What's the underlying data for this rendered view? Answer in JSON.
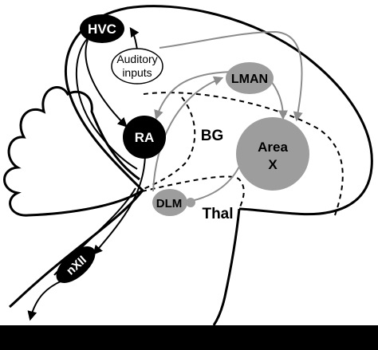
{
  "nodes": {
    "hvc": {
      "label": "HVC"
    },
    "auditory": {
      "label_line1": "Auditory",
      "label_line2": "inputs"
    },
    "lman": {
      "label": "LMAN"
    },
    "ra": {
      "label": "RA"
    },
    "area_x": {
      "label_line1": "Area",
      "label_line2": "X"
    },
    "dlm": {
      "label": "DLM"
    },
    "nxii": {
      "label": "nXII"
    }
  },
  "regions": {
    "bg": {
      "label": "BG"
    },
    "thal": {
      "label": "Thal"
    }
  },
  "colors": {
    "black_nucleus": "#000000",
    "gray_nucleus": "#9d9d9d",
    "gray_path": "#8c8c8c",
    "outline": "#000000"
  }
}
